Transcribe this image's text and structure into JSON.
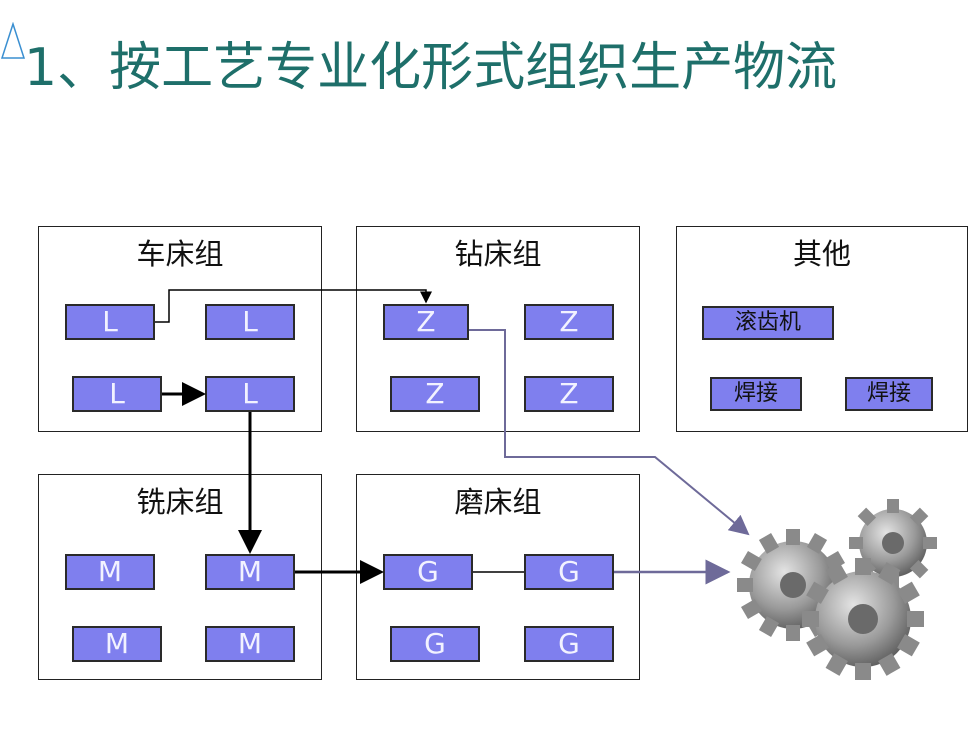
{
  "title": "1、按工艺专业化形式组织生产物流",
  "groups": {
    "lathe": {
      "label": "车床组",
      "machines": [
        "L",
        "L",
        "L",
        "L"
      ]
    },
    "drill": {
      "label": "钻床组",
      "machines": [
        "Z",
        "Z",
        "Z",
        "Z"
      ]
    },
    "other": {
      "label": "其他",
      "machines": [
        "滚齿机",
        "焊接",
        "焊接"
      ]
    },
    "mill": {
      "label": "铣床组",
      "machines": [
        "M",
        "M",
        "M",
        "M"
      ]
    },
    "grind": {
      "label": "磨床组",
      "machines": [
        "G",
        "G",
        "G",
        "G"
      ]
    }
  },
  "colors": {
    "title": "#1e6f6a",
    "machine_fill": "#7f7fee",
    "flow_arrow": "#000000",
    "output_arrow": "#6e6a99"
  },
  "icons": {
    "title_marker": "triangle-outline-icon",
    "product": "gears-icon"
  }
}
